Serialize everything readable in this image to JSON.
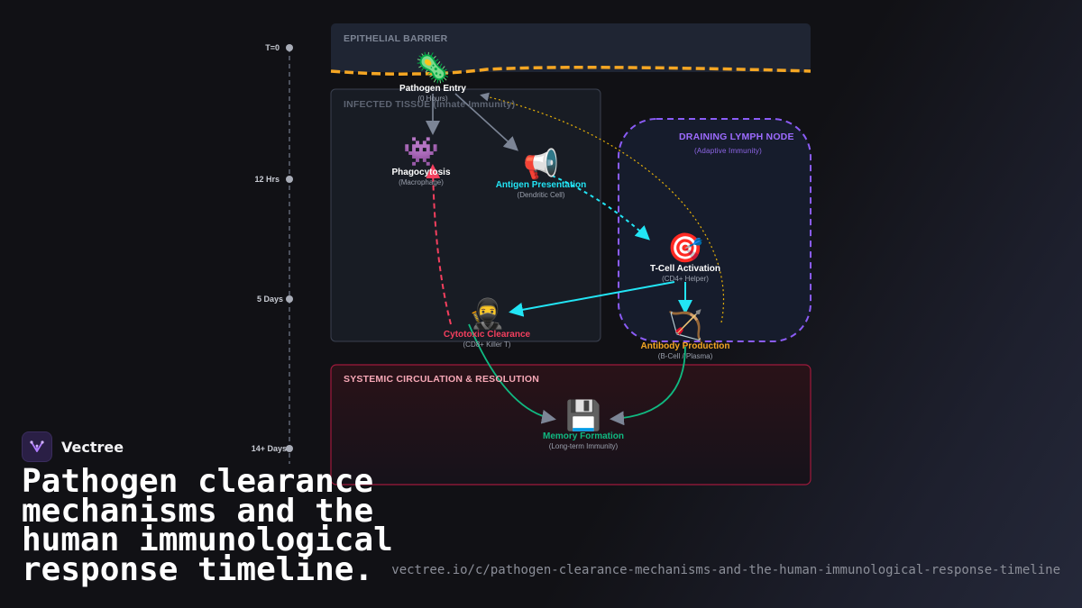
{
  "zones": {
    "epithelial": "EPITHELIAL BARRIER",
    "infected": "INFECTED TISSUE (Innate Immunity)",
    "lymph": "DRAINING LYMPH NODE",
    "lymph_sub": "(Adaptive Immunity)",
    "systemic": "SYSTEMIC CIRCULATION & RESOLUTION"
  },
  "timeline": [
    "T=0",
    "12 Hrs",
    "5 Days",
    "14+ Days"
  ],
  "nodes": {
    "pathogen": {
      "icon": "🦠",
      "icon_name": "microbe-icon",
      "title": "Pathogen Entry",
      "sub": "(0 Hours)"
    },
    "phagocytosis": {
      "icon": "👾",
      "icon_name": "alien-monster-icon",
      "title": "Phagocytosis",
      "sub": "(Macrophage)"
    },
    "antigen": {
      "icon": "📢",
      "icon_name": "megaphone-icon",
      "title": "Antigen Presentation",
      "sub": "(Dendritic Cell)"
    },
    "tcell": {
      "icon": "🎯",
      "icon_name": "target-icon",
      "title": "T-Cell Activation",
      "sub": "(CD4+ Helper)"
    },
    "cytotoxic": {
      "icon": "🥷",
      "icon_name": "ninja-icon",
      "title": "Cytotoxic Clearance",
      "sub": "(CD8+ Killer T)"
    },
    "antibody": {
      "icon": "🏹",
      "icon_name": "bow-and-arrow-icon",
      "title": "Antibody Production",
      "sub": "(B-Cell / Plasma)"
    },
    "memory": {
      "icon": "💾",
      "icon_name": "floppy-disk-icon",
      "title": "Memory Formation",
      "sub": "(Long-term Immunity)"
    }
  },
  "colors": {
    "barrier_line": "#f5a623",
    "lymph_border": "#8b5cf6",
    "systemic_border": "#e11d48",
    "cyan": "#22e5f5",
    "pink": "#f43f5e",
    "green": "#10b981",
    "yellow_dotted": "#eab308",
    "gray_arrow": "#7c8596"
  },
  "brand": {
    "name": "Vectree"
  },
  "headline": "Pathogen clearance mechanisms and the human immunological response timeline.",
  "url": "vectree.io/c/pathogen-clearance-mechanisms-and-the-human-immunological-response-timeline"
}
